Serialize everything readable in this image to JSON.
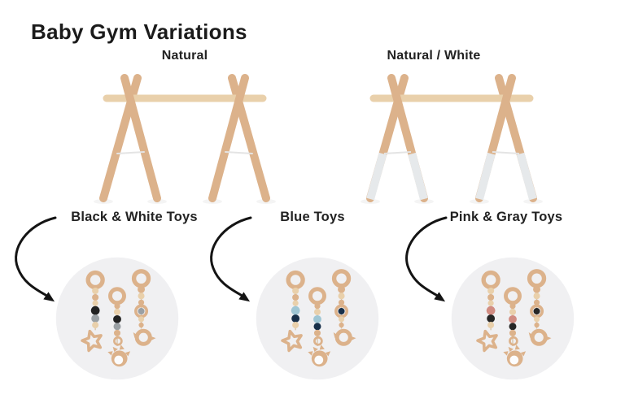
{
  "title": "Baby Gym Variations",
  "gyms": [
    {
      "label": "Natural"
    },
    {
      "label": "Natural / White"
    }
  ],
  "toy_variations": [
    {
      "label": "Black & White Toys",
      "accent_primary": "#222222",
      "accent_secondary": "#9aa0a4"
    },
    {
      "label": "Blue Toys",
      "accent_primary": "#9fc6d4",
      "accent_secondary": "#18304a"
    },
    {
      "label": "Pink & Gray Toys",
      "accent_primary": "#d18c82",
      "accent_secondary": "#262626"
    }
  ],
  "colors": {
    "page_bg": "#ffffff",
    "title_text": "#1b1b1b",
    "label_text": "#222222",
    "wood": "#dcb28b",
    "wood_light": "#e9d0ab",
    "white_paint": "#e6e9eb",
    "circle_bg": "#f0f0f2",
    "string": "#d9c3a6",
    "cord": "#e4e4e4",
    "arrow": "#141414",
    "shadow": "#f0f0f0"
  }
}
